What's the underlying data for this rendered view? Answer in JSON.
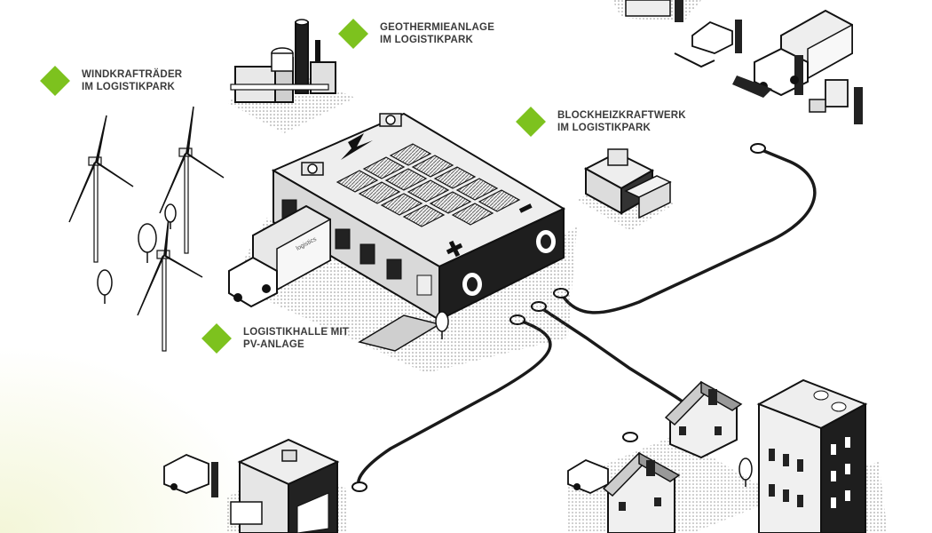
{
  "accent_color": "#7dc21e",
  "labels": {
    "windkraft": {
      "line1": "WINDKRAFTRÄDER",
      "line2": "IM LOGISTIKPARK"
    },
    "geothermie": {
      "line1": "GEOTHERMIEANLAGE",
      "line2": "IM LOGISTIKPARK"
    },
    "blockheizkraftwerk": {
      "line1": "BLOCKHEIZKRAFTWERK",
      "line2": "IM LOGISTIKPARK"
    },
    "logistikhalle": {
      "line1": "LOGISTIKHALLE MIT",
      "line2": "PV-ANLAGE"
    }
  },
  "truck_text": "logistics",
  "icons": {
    "bolt": "lightning-bolt-icon",
    "minus": "minus-terminal-icon",
    "plus": "plus-terminal-icon"
  }
}
